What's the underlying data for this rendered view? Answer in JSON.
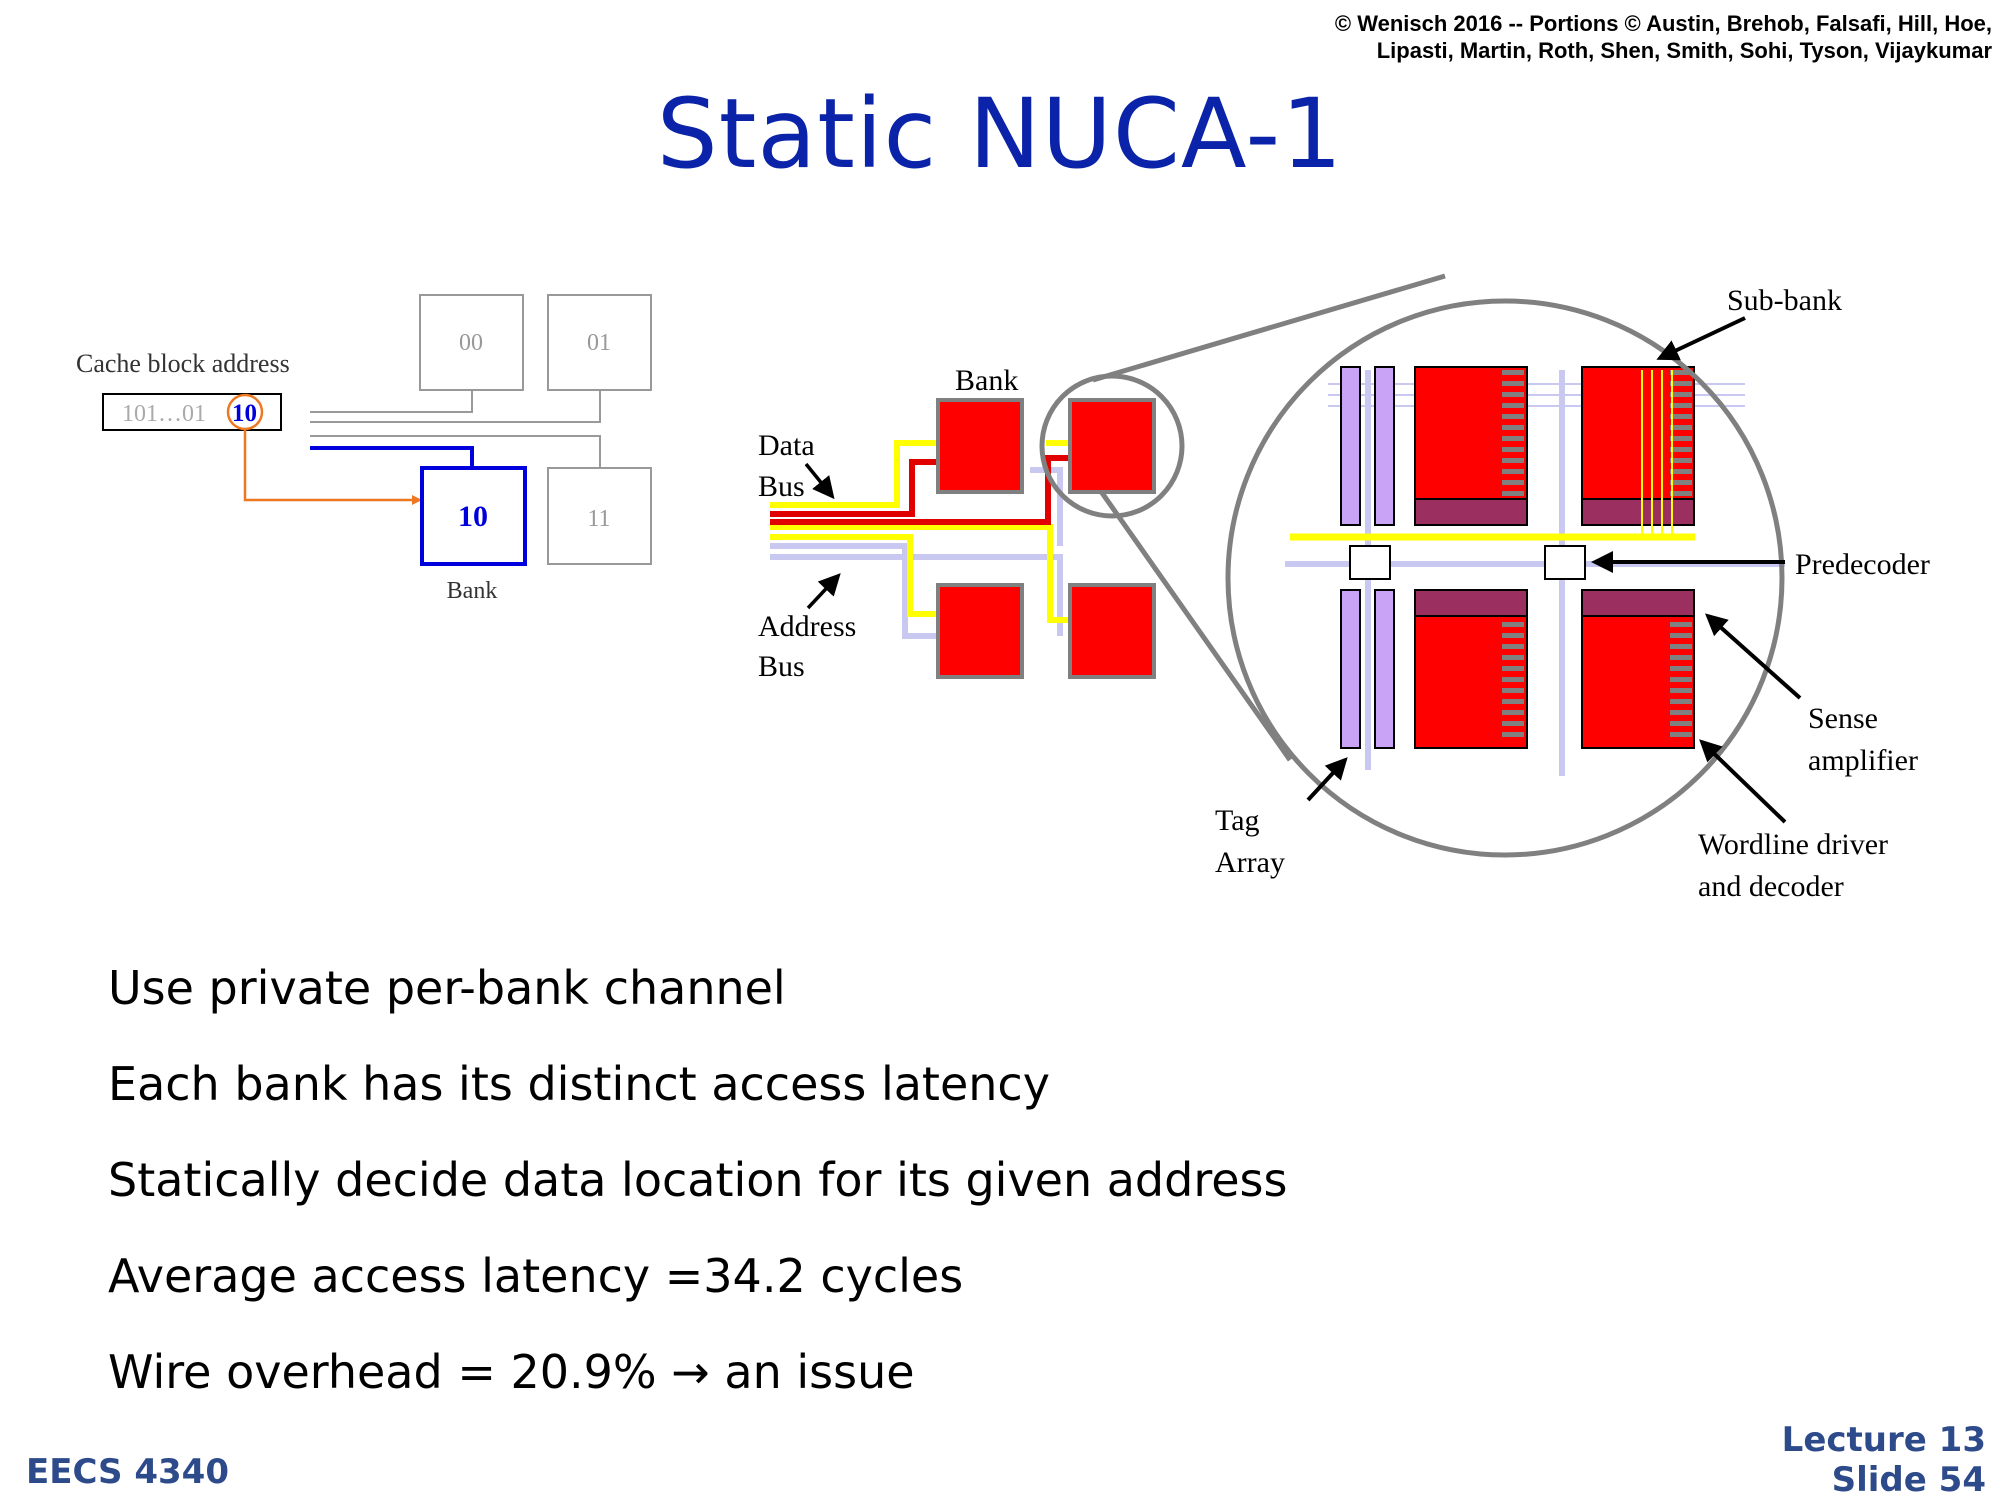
{
  "copyright": {
    "line1": "© Wenisch 2016 -- Portions © Austin, Brehob, Falsafi, Hill, Hoe,",
    "line2": "Lipasti, Martin, Roth, Shen, Smith, Sohi, Tyson, Vijaykumar"
  },
  "title": "Static NUCA-1",
  "left_diagram": {
    "address_label": "Cache block address",
    "address_prefix": "101…01",
    "address_index": "10",
    "banks": [
      "00",
      "01",
      "10",
      "11"
    ],
    "bank_label": "Bank"
  },
  "right_diagram": {
    "bank_label": "Bank",
    "data_bus_line1": "Data",
    "data_bus_line2": "Bus",
    "address_bus_line1": "Address",
    "address_bus_line2": "Bus",
    "sub_bank": "Sub-bank",
    "predecoder": "Predecoder",
    "sense_line1": "Sense",
    "sense_line2": "amplifier",
    "wordline_line1": "Wordline driver",
    "wordline_line2": "and decoder",
    "tag_line1": "Tag",
    "tag_line2": "Array"
  },
  "bullets": [
    "Use private per-bank channel",
    "Each bank has its distinct access latency",
    "Statically decide data location for its given address",
    "Average access latency =34.2 cycles",
    "Wire overhead = 20.9% → an issue"
  ],
  "footer": {
    "course": "EECS 4340",
    "lecture": "Lecture 13",
    "slide": "Slide 54"
  },
  "colors": {
    "title": "#0b23a8",
    "bank_red": "#ff0000",
    "data_bus_yellow": "#ffff00",
    "address_bus_lavender": "#c8c8f0",
    "tag_purple": "#c9a3f5",
    "sense_amp": "#9b2f5f",
    "index_blue": "#0000dd",
    "arrow_orange": "#ee7722",
    "footer": "#2d4a8a"
  }
}
